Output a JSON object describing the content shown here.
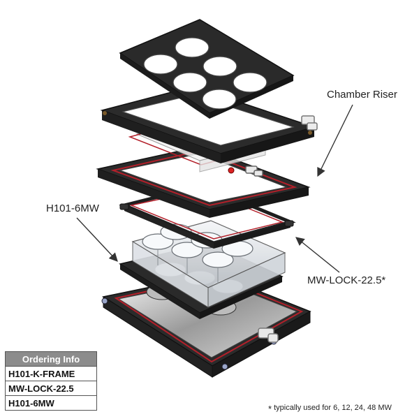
{
  "labels": {
    "chamber_riser": "Chamber Riser",
    "h101_6mw": "H101-6MW",
    "mw_lock": "MW-LOCK-22.5*"
  },
  "ordering": {
    "header": "Ordering Info",
    "items": [
      "H101-K-FRAME",
      "MW-LOCK-22.5",
      "H101-6MW"
    ]
  },
  "footnote": {
    "star": "*",
    "text": "typically used for 6, 12, 24, 48 MW"
  },
  "colors": {
    "body": "#2b2b2b",
    "edge": "#111111",
    "gasket": "#b3202a",
    "clear_plate": "#dfe3e8"
  }
}
